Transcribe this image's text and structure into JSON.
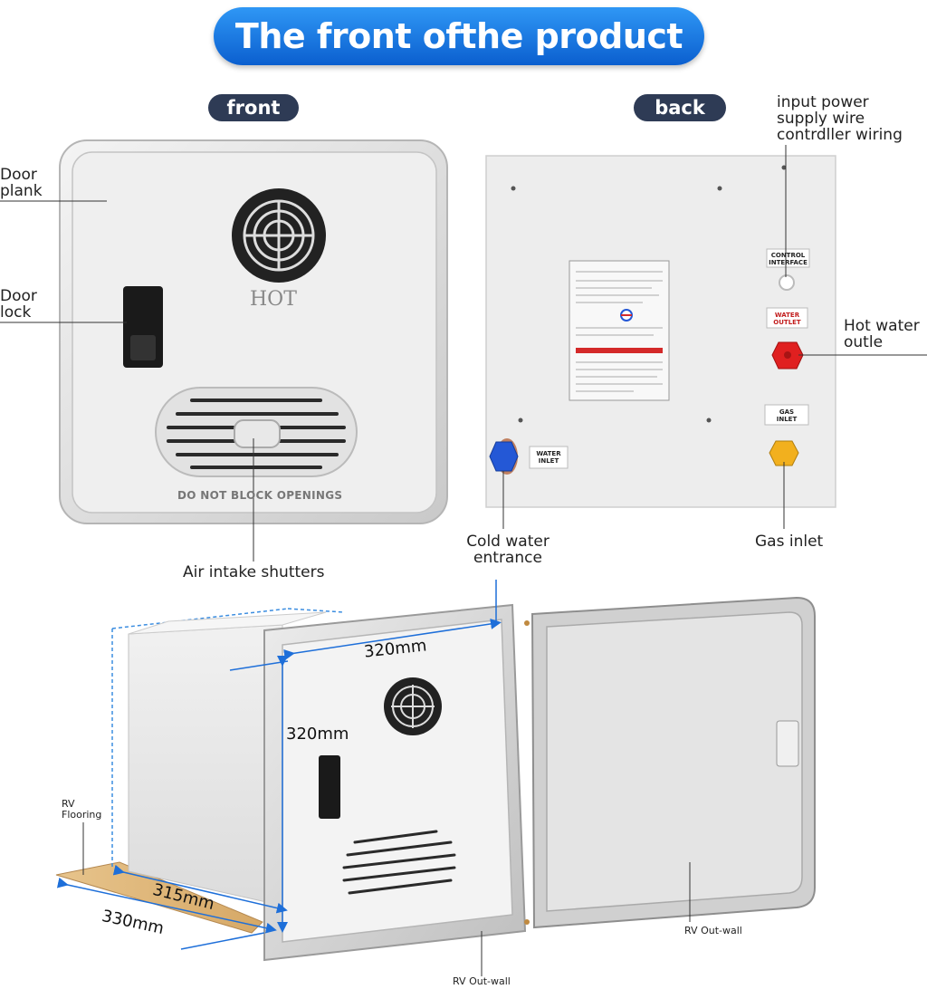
{
  "title": "The front ofthe product",
  "views": {
    "front": "front",
    "back": "back"
  },
  "front_labels": {
    "door_plank": "Door\nplank",
    "door_lock": "Door\nlock",
    "air_intake": "Air intake shutters",
    "hot_text": "HOT",
    "vent_text": "DO NOT BLOCK OPENINGS"
  },
  "back_labels": {
    "power": "input power\nsupply wire\ncontrdller wiring",
    "hot_outlet": "Hot water\noutle",
    "cold_entrance": "Cold water\nentrance",
    "gas_inlet": "Gas inlet",
    "tag_control": "CONTROL\nINTERFACE",
    "tag_water_outlet": "WATER\nOUTLET",
    "tag_gas_inlet": "GAS\nINLET",
    "tag_water_inlet": "WATER\nINLET"
  },
  "install_labels": {
    "width": "320mm",
    "height": "320mm",
    "depth_inner": "315mm",
    "depth_outer": "330mm",
    "rv_flooring": "RV\nFlooring",
    "rv_outwall_bottom": "RV Out-wall",
    "rv_outwall_right": "RV Out-wall"
  },
  "colors": {
    "banner": "#1a74e0",
    "pill": "#2e3b55",
    "dimension_line": "#1e6fd9",
    "hot_fitting": "#e02020",
    "cold_fitting": "#2458d6",
    "gas_fitting": "#f2b01e"
  }
}
